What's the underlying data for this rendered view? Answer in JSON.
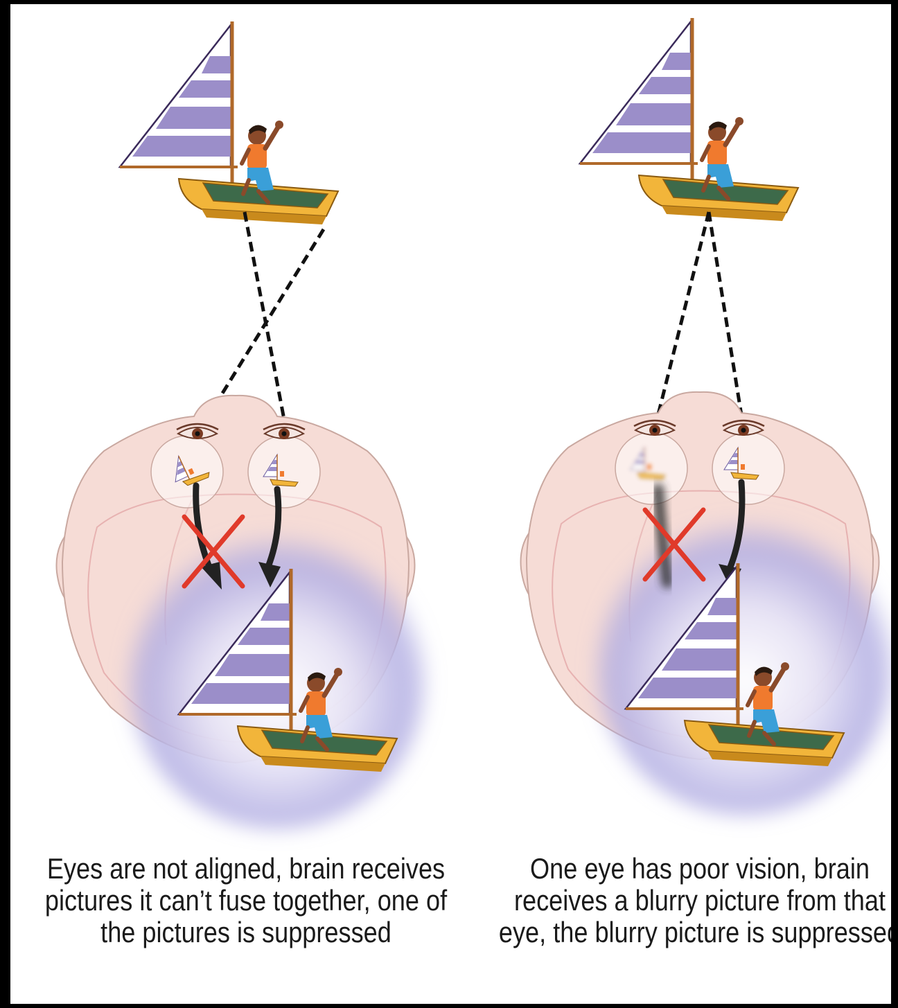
{
  "panels": [
    {
      "id": "misaligned-eyes",
      "caption": "Eyes are not aligned, brain receives pictures it can’t fuse together, one of the pictures is suppressed"
    },
    {
      "id": "poor-vision-eye",
      "caption": "One eye has poor vision, brain receives a blurry picture from that eye, the blurry picture is suppressed"
    }
  ],
  "colors": {
    "sail_stripe": "#9b8ec9",
    "hull": "#f2b53a",
    "hull_dark": "#c98a1c",
    "boat_floor": "#3d6a4a",
    "shirt": "#f07a2e",
    "shorts": "#3a9fd8",
    "skin": "#8a4a2a",
    "head_skin": "#f6dcd6",
    "head_outline": "#c9a8a0",
    "brain_glow": "#a9a6df",
    "suppress_x": "#e03a2a",
    "sight_line": "#111111"
  },
  "icons": [
    "sailboat-icon",
    "eye-icon",
    "brain-image-icon",
    "suppressed-x-icon",
    "signal-arrow-icon"
  ]
}
